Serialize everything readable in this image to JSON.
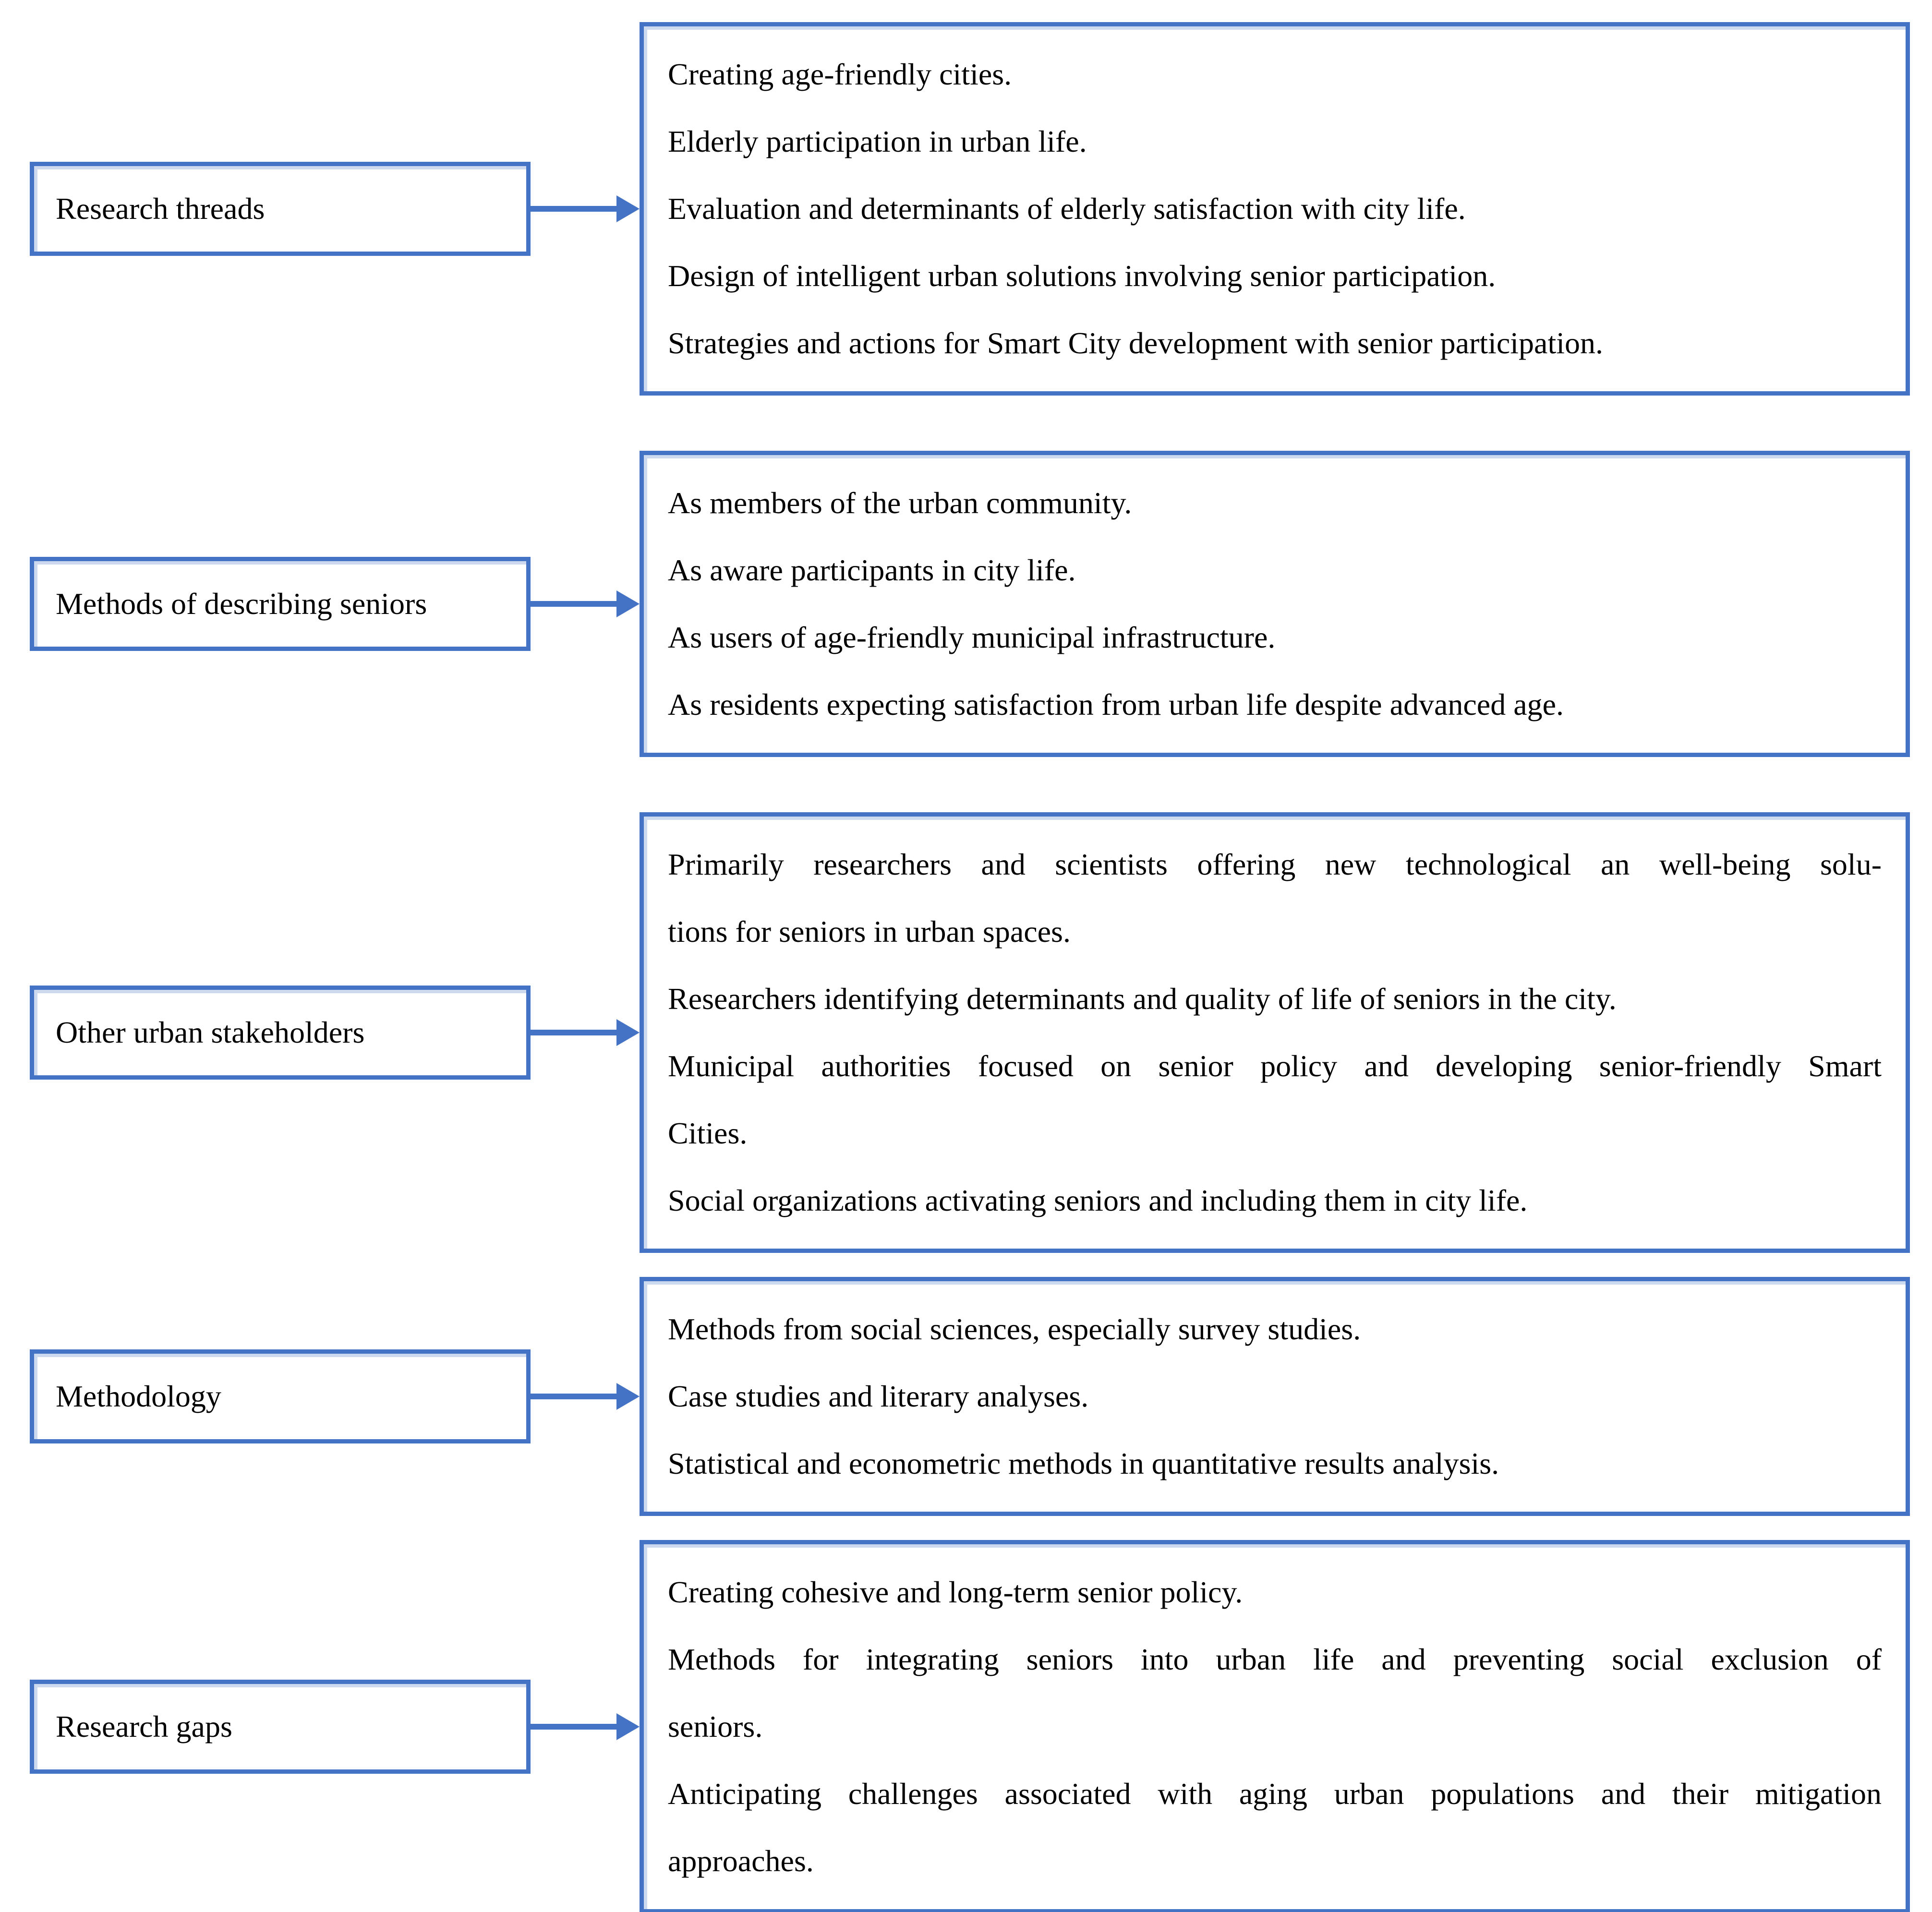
{
  "colors": {
    "accent": "#4472C4",
    "border_shadow": "#CDD9EE",
    "text": "#000000",
    "background": "#FFFFFF"
  },
  "diagram": {
    "description_labels": {
      "arrow_icon": "right-arrow"
    },
    "rows": [
      {
        "label": "Research threads",
        "items": [
          [
            "Creating age-friendly cities."
          ],
          [
            "Elderly participation in urban life."
          ],
          [
            "Evaluation and determinants of elderly satisfaction with city life."
          ],
          [
            "Design of intelligent urban solutions involving senior participation."
          ],
          [
            "Strategies and actions for Smart City development with senior participation."
          ]
        ]
      },
      {
        "label": "Methods of describing seniors",
        "items": [
          [
            "As members of the urban community."
          ],
          [
            "As aware participants in city life."
          ],
          [
            "As users of age-friendly municipal infrastructure."
          ],
          [
            "As residents expecting satisfaction from urban life despite advanced age."
          ]
        ]
      },
      {
        "label": "Other urban stakeholders",
        "items": [
          [
            "Primarily researchers and scientists offering new technological an well-being solu-",
            "tions for seniors in urban spaces."
          ],
          [
            "Researchers identifying determinants and quality of life of seniors in the city."
          ],
          [
            "Municipal authorities focused on senior policy and developing senior-friendly Smart",
            "Cities."
          ],
          [
            "Social organizations activating seniors and including them in city life."
          ]
        ]
      },
      {
        "label": "Methodology",
        "items": [
          [
            "Methods from social sciences, especially survey studies."
          ],
          [
            "Case studies and literary analyses."
          ],
          [
            "Statistical and econometric methods in quantitative results analysis."
          ]
        ]
      },
      {
        "label": "Research gaps",
        "items": [
          [
            "Creating cohesive and long-term senior policy."
          ],
          [
            "Methods for integrating seniors into urban life and preventing social exclusion of",
            "seniors."
          ],
          [
            "Anticipating challenges associated with aging urban populations and their mitigation",
            "approaches."
          ]
        ]
      }
    ]
  }
}
